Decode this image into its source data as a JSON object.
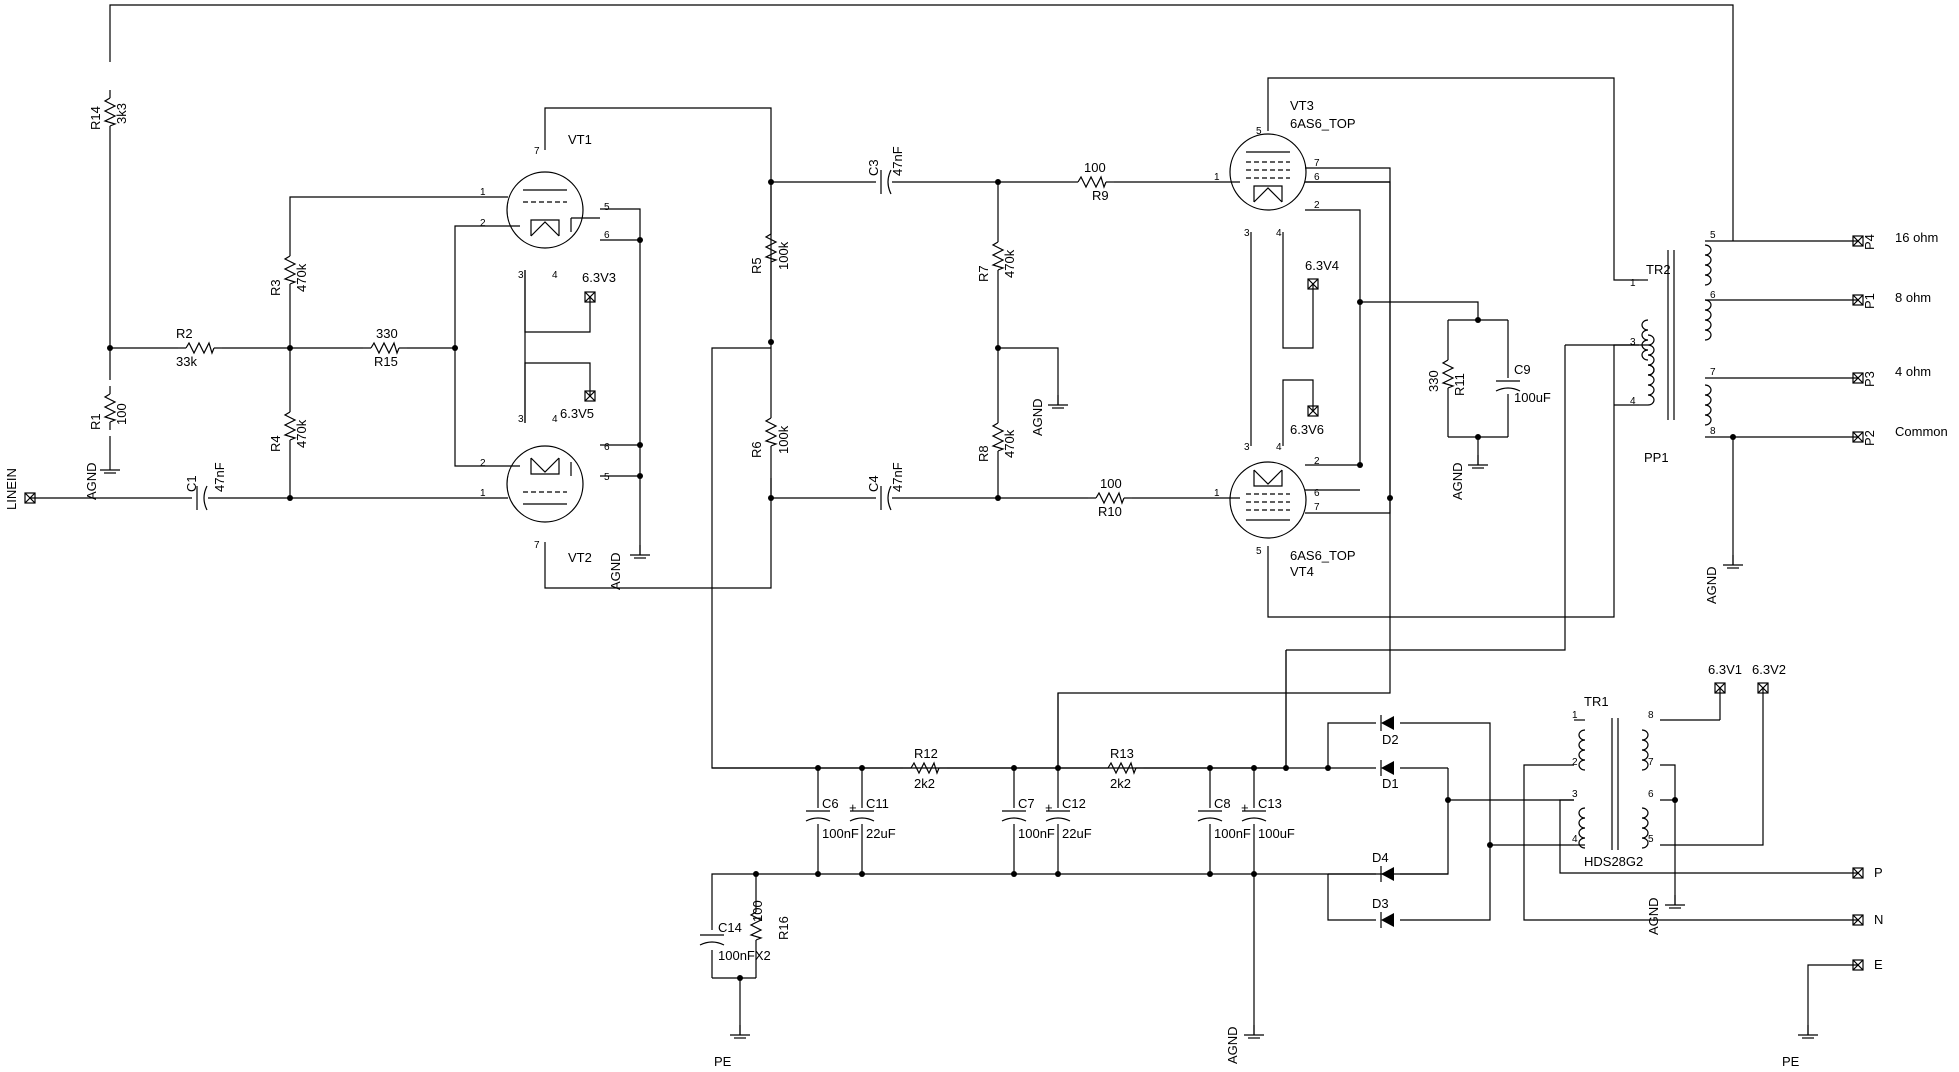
{
  "labels": {
    "R14": "R14",
    "R14_val": "3k3",
    "R1": "R1",
    "R1_val": "100",
    "R2": "R2",
    "R2_val": "33k",
    "R3": "R3",
    "R3_val": "470k",
    "R4": "R4",
    "R4_val": "470k",
    "R15": "R15",
    "R15_val": "330",
    "R5": "R5",
    "R5_val": "100k",
    "R6": "R6",
    "R6_val": "100k",
    "R7": "R7",
    "R7_val": "470k",
    "R8": "R8",
    "R8_val": "470k",
    "R9": "R9",
    "R9_val": "100",
    "R10": "R10",
    "R10_val": "100",
    "R11": "R11",
    "R11_val": "330",
    "R12": "R12",
    "R12_val": "2k2",
    "R13": "R13",
    "R13_val": "2k2",
    "R16": "R16",
    "R16_val": "100",
    "C1": "C1",
    "C1_val": "47nF",
    "C3": "C3",
    "C3_val": "47nF",
    "C4": "C4",
    "C4_val": "47nF",
    "C6": "C6",
    "C6_val": "100nF",
    "C7": "C7",
    "C7_val": "100nF",
    "C8": "C8",
    "C8_val": "100nF",
    "C9": "C9",
    "C9_val": "100uF",
    "C11": "C11",
    "C11_val": "22uF",
    "C12": "C12",
    "C12_val": "22uF",
    "C13": "C13",
    "C13_val": "100uF",
    "C14": "C14",
    "C14_val": "100nFX2",
    "VT1": "VT1",
    "VT2": "VT2",
    "VT3": "VT3",
    "VT3_type": "6AS6_TOP",
    "VT4": "VT4",
    "VT4_type": "6AS6_TOP",
    "TR1": "TR1",
    "TR1_type": "HDS28G2",
    "TR2": "TR2",
    "TR2_type": "PP1",
    "D1": "D1",
    "D2": "D2",
    "D3": "D3",
    "D4": "D4",
    "heater_3": "6.3V3",
    "heater_5": "6.3V5",
    "heater_4": "6.3V4",
    "heater_6": "6.3V6",
    "heater_1": "6.3V1",
    "heater_2": "6.3V2",
    "linein": "LINEIN",
    "agnd": "AGND",
    "pe": "PE",
    "P4": "P4",
    "P4_label": "16 ohm",
    "P1": "P1",
    "P1_label": "8 ohm",
    "P3": "P3",
    "P3_label": "4 ohm",
    "P2": "P2",
    "P2_label": "Common",
    "P": "P",
    "N": "N",
    "E": "E",
    "pins": [
      "1",
      "2",
      "3",
      "4",
      "5",
      "6",
      "7",
      "8"
    ]
  }
}
